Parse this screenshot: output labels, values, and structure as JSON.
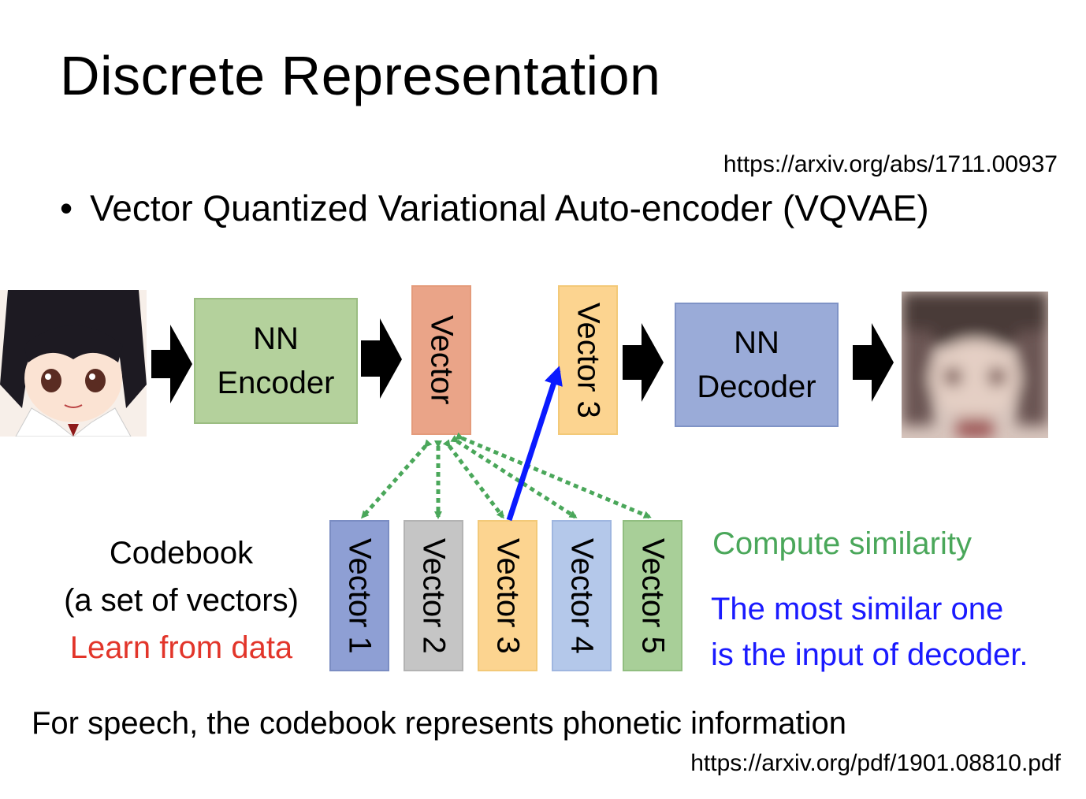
{
  "title": "Discrete Representation",
  "url_top": "https://arxiv.org/abs/1711.00937",
  "bullet": "Vector Quantized Variational Auto-encoder (VQVAE)",
  "encoder": "NN\nEncoder",
  "decoder": "NN\nDecoder",
  "encoded_vector": "Vector",
  "selected_vector": "Vector 3",
  "codebook_vectors": [
    "Vector 1",
    "Vector 2",
    "Vector 3",
    "Vector 4",
    "Vector 5"
  ],
  "codebook_label": {
    "line1": "Codebook",
    "line2": "(a set of vectors)",
    "line3": "Learn from data"
  },
  "compute_similarity": "Compute similarity",
  "most_similar": {
    "line1": "The most similar one",
    "line2": "is the input of decoder."
  },
  "footer": "For speech, the codebook represents phonetic information",
  "url_bottom": "https://arxiv.org/pdf/1901.08810.pdf",
  "colors": {
    "encoder": "#b4d19c",
    "decoder": "#9aabd8",
    "encoded_vector": "#eaa488",
    "selected_vector": "#fcd490",
    "similarity_arrows": "#4aa75a",
    "selection_arrow": "#0a1aff",
    "learn_text": "#e2352a"
  }
}
